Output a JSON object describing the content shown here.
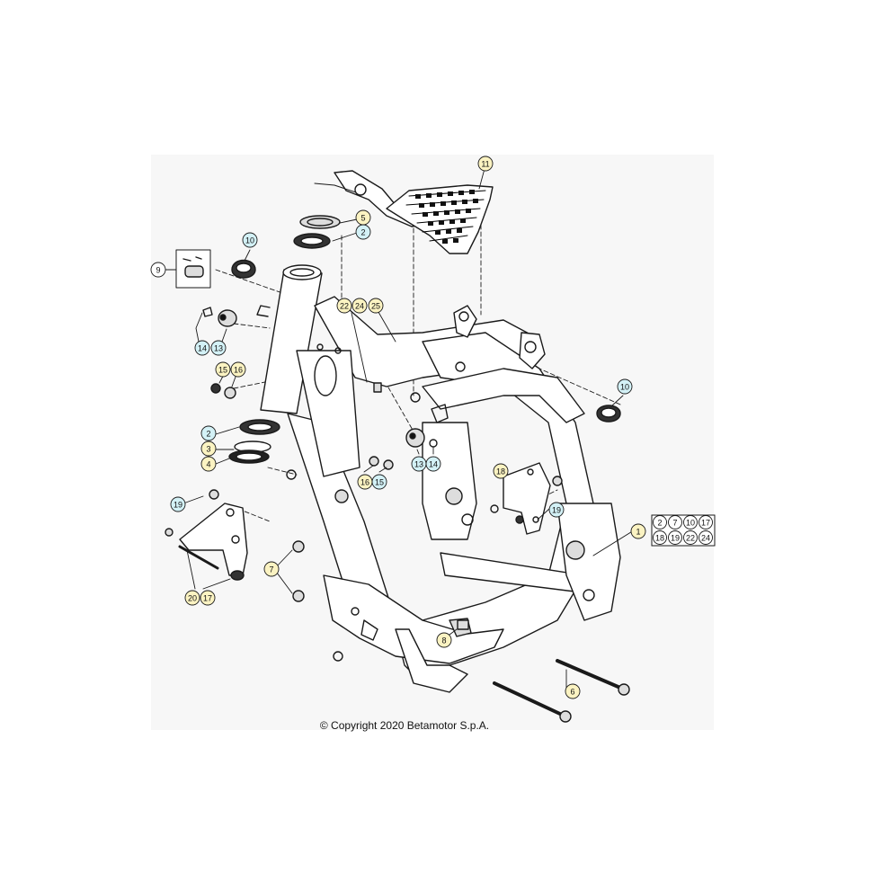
{
  "copyright": "© Copyright 2020 Betamotor S.p.A.",
  "colors": {
    "yellow_callout": "#fbf3c2",
    "cyan_callout": "#d3f1f6",
    "white_callout": "#ffffff",
    "line": "#1a1a1a"
  },
  "callouts": [
    {
      "label": "11",
      "style": "yellow"
    },
    {
      "label": "5",
      "style": "yellow"
    },
    {
      "label": "2",
      "style": "cyan"
    },
    {
      "label": "10",
      "style": "cyan"
    },
    {
      "label": "9",
      "style": "white"
    },
    {
      "label": "22",
      "style": "yellow"
    },
    {
      "label": "24",
      "style": "yellow"
    },
    {
      "label": "25",
      "style": "yellow"
    },
    {
      "label": "14",
      "style": "cyan"
    },
    {
      "label": "13",
      "style": "cyan"
    },
    {
      "label": "15",
      "style": "yellow"
    },
    {
      "label": "16",
      "style": "yellow"
    },
    {
      "label": "10",
      "style": "cyan"
    },
    {
      "label": "2",
      "style": "cyan"
    },
    {
      "label": "3",
      "style": "yellow"
    },
    {
      "label": "4",
      "style": "yellow"
    },
    {
      "label": "13",
      "style": "cyan"
    },
    {
      "label": "14",
      "style": "cyan"
    },
    {
      "label": "16",
      "style": "yellow"
    },
    {
      "label": "15",
      "style": "cyan"
    },
    {
      "label": "18",
      "style": "yellow"
    },
    {
      "label": "19",
      "style": "cyan"
    },
    {
      "label": "19",
      "style": "cyan"
    },
    {
      "label": "1",
      "style": "yellow"
    },
    {
      "label": "7",
      "style": "yellow"
    },
    {
      "label": "20",
      "style": "yellow"
    },
    {
      "label": "17",
      "style": "yellow"
    },
    {
      "label": "8",
      "style": "yellow"
    },
    {
      "label": "6",
      "style": "yellow"
    }
  ],
  "kit_box": {
    "row1": [
      "2",
      "7",
      "10",
      "17"
    ],
    "row2": [
      "18",
      "19",
      "22",
      "24"
    ]
  }
}
